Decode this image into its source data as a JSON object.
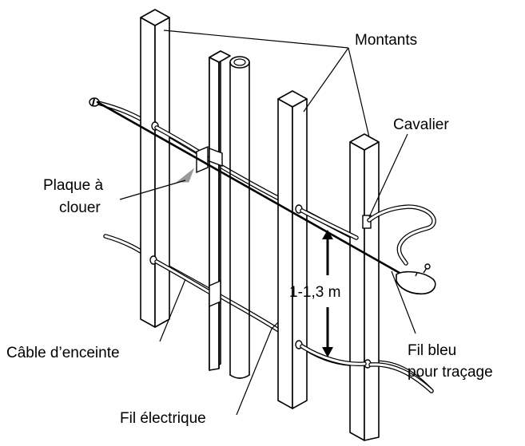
{
  "labels": {
    "studs": "Montants",
    "staple": "Cavalier",
    "nail_plate_line1": "Plaque à",
    "nail_plate_line2": "clouer",
    "height": "1-1,3 m",
    "speaker_cable": "Câble d’enceinte",
    "chalk_line_line1": "Fil bleu",
    "chalk_line_line2": "pour traçage",
    "electric_wire": "Fil électrique"
  },
  "colors": {
    "line": "#000000",
    "background": "#ffffff",
    "nail_plate_arrow": "#9a9a9a"
  }
}
